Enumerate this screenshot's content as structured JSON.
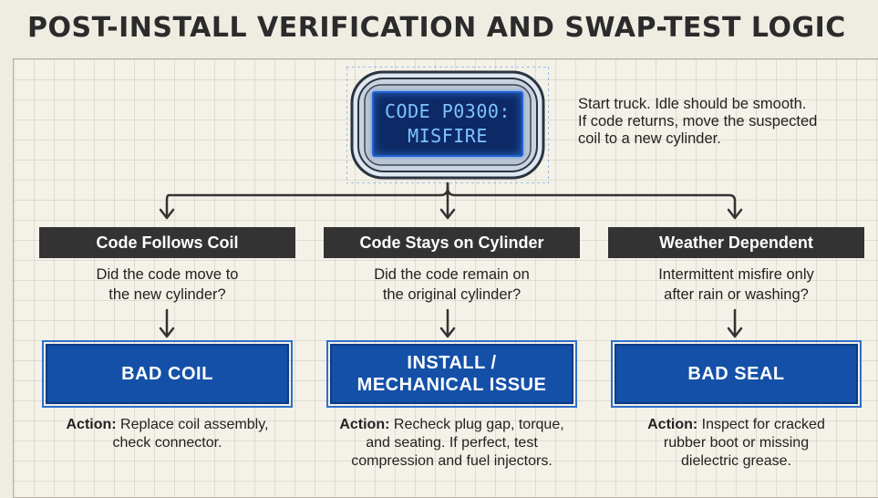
{
  "title": "POST-INSTALL VERIFICATION AND SWAP-TEST LOGIC",
  "scanner": {
    "line1": "CODE P0300:",
    "line2": "MISFIRE"
  },
  "note": [
    "Start truck. Idle should be smooth.",
    "If code returns, move the suspected",
    "coil to a new cylinder."
  ],
  "branches": [
    {
      "header": "Code Follows Coil",
      "question": [
        "Did the code move to",
        "the new cylinder?"
      ],
      "result": [
        "BAD COIL"
      ],
      "action_label": "Action:",
      "action": [
        " Replace coil assembly,",
        "check connector."
      ]
    },
    {
      "header": "Code Stays on Cylinder",
      "question": [
        "Did the code remain on",
        "the original cylinder?"
      ],
      "result": [
        "INSTALL /",
        "MECHANICAL ISSUE"
      ],
      "action_label": "Action:",
      "action": [
        " Recheck plug gap, torque,",
        "and seating. If perfect, test",
        "compression and fuel injectors."
      ]
    },
    {
      "header": "Weather Dependent",
      "question": [
        "Intermittent misfire only",
        "after rain or washing?"
      ],
      "result": [
        "BAD SEAL"
      ],
      "action_label": "Action:",
      "action": [
        " Inspect for cracked",
        "rubber boot or missing",
        "dielectric grease."
      ]
    }
  ],
  "colors": {
    "header_bg": "#333333",
    "result_bg": "#1450a8",
    "screen_bg": "#0d2a66",
    "screen_text": "#7fc3ff"
  }
}
